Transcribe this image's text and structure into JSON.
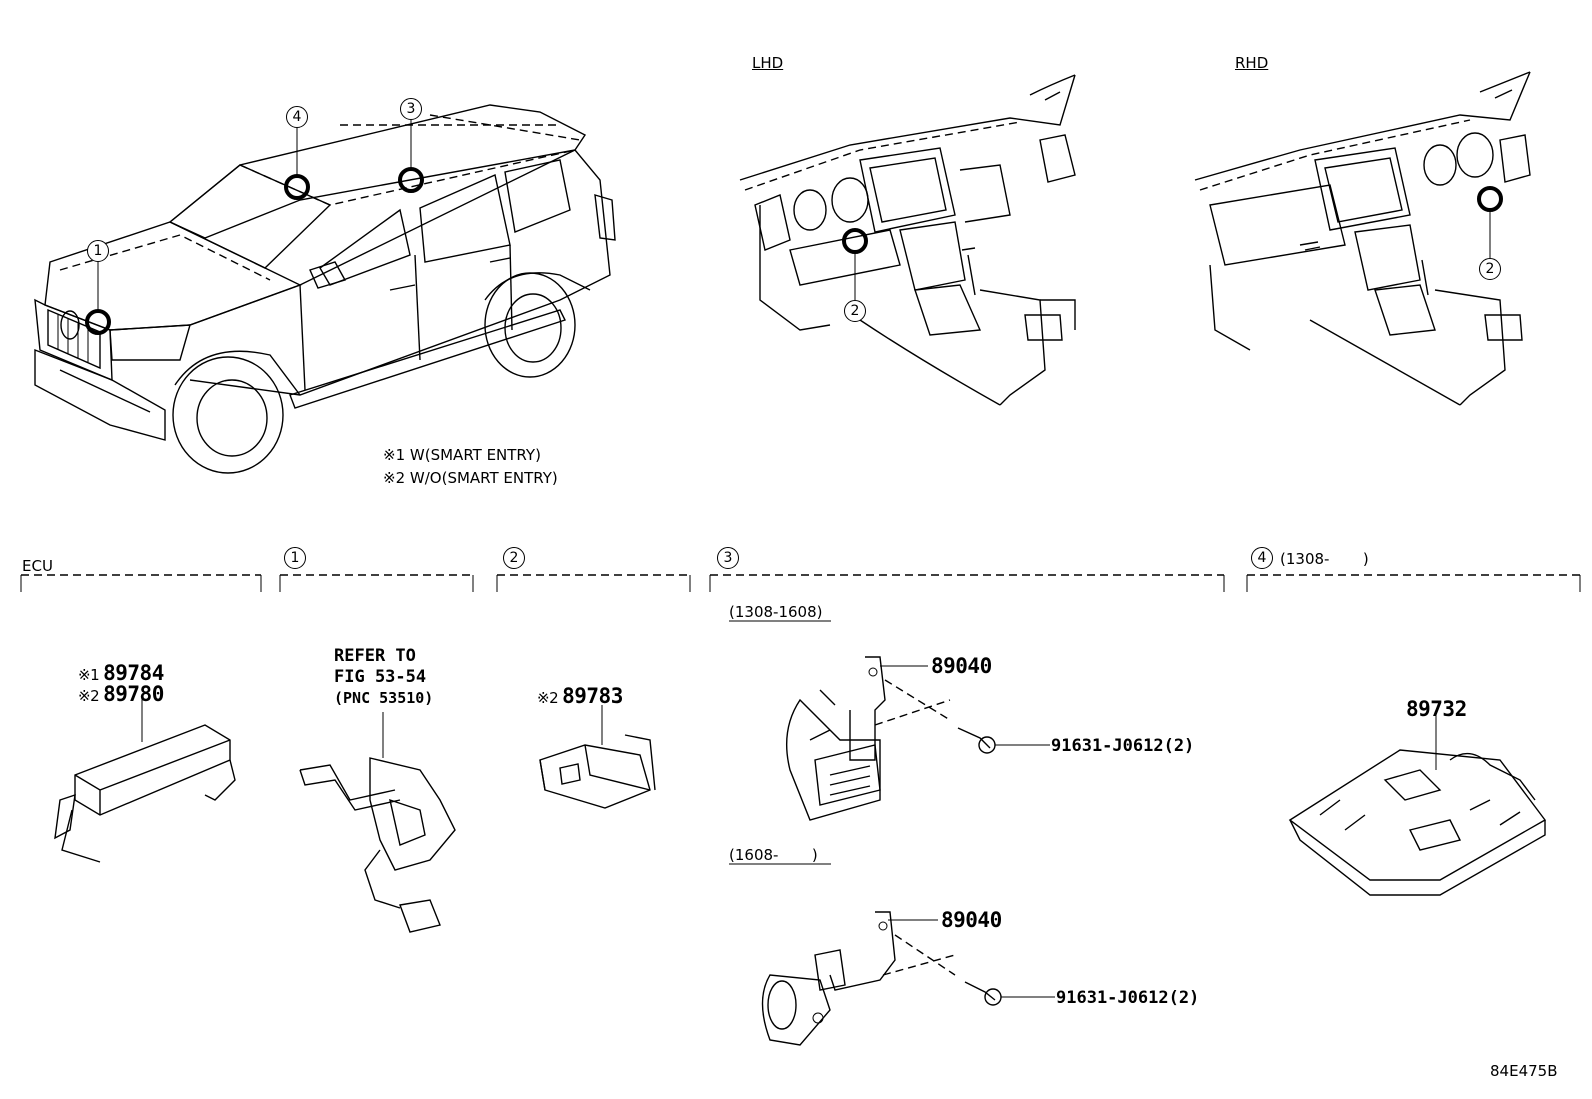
{
  "top": {
    "lhd_label": "LHD",
    "rhd_label": "RHD",
    "vehicle_callouts": [
      "1",
      "4",
      "3"
    ],
    "lhd_callout": "2",
    "rhd_callout": "2"
  },
  "notes": [
    {
      "mark": "※1",
      "text": "W(SMART ENTRY)"
    },
    {
      "mark": "※2",
      "text": "W/O(SMART ENTRY)"
    }
  ],
  "sections": {
    "ecu": {
      "header": "ECU",
      "parts": [
        {
          "mark": "※1",
          "number": "89784"
        },
        {
          "mark": "※2",
          "number": "89780"
        }
      ]
    },
    "s1": {
      "header_num": "1",
      "refer_lines": [
        "REFER TO",
        "FIG 53-54",
        "(PNC 53510)"
      ]
    },
    "s2": {
      "header_num": "2",
      "part": {
        "mark": "※2",
        "number": "89783"
      }
    },
    "s3": {
      "header_num": "3",
      "variants": [
        {
          "range": "(1308-1608)",
          "bracket": "89040",
          "bolt": "91631-J0612(2)"
        },
        {
          "range": "(1608-       )",
          "bracket": "89040",
          "bolt": "91631-J0612(2)"
        }
      ]
    },
    "s4": {
      "header_num": "4",
      "range": "(1308-       )",
      "part": "89732"
    }
  },
  "figure_code": "84E475B"
}
